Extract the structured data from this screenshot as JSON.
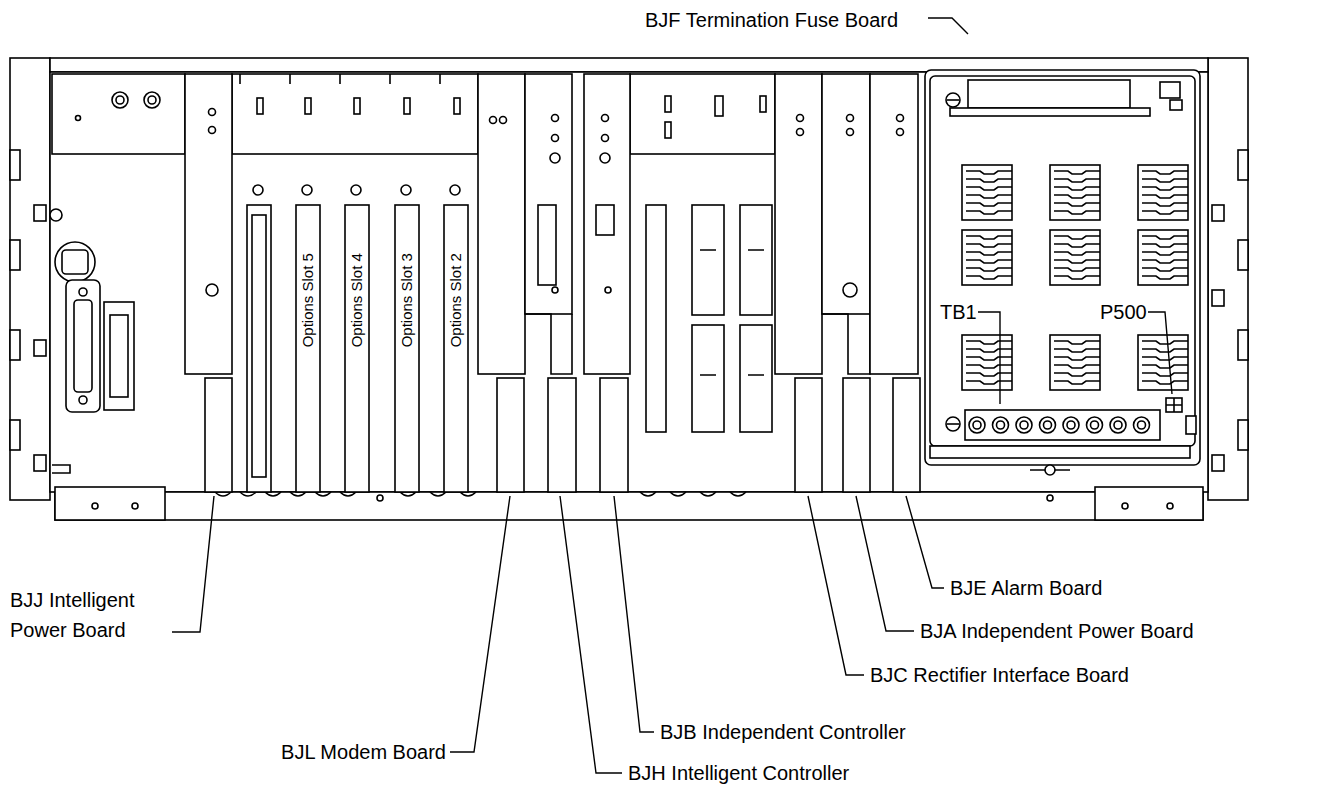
{
  "diagram": {
    "labels": [
      "BJF Termination Fuse Board",
      "Options Slot 5",
      "Options Slot 4",
      "Options Slot 3",
      "Options Slot 2",
      "TB1",
      "P500",
      "BJJ Intelligent Power Board",
      "BJE Alarm Board",
      "BJA Independent Power Board",
      "BJC Rectifier Interface Board",
      "BJB Independent Controller",
      "BJL Modem Board",
      "BJH Intelligent Controller"
    ]
  }
}
